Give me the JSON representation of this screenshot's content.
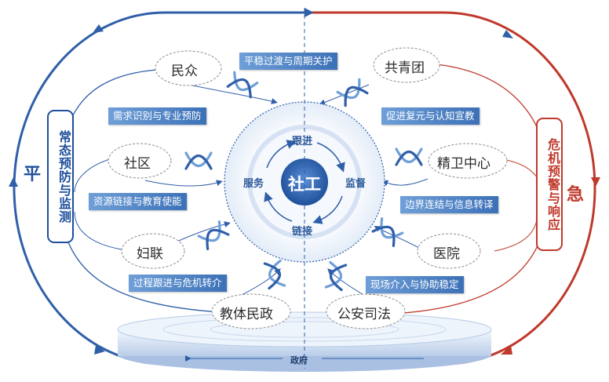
{
  "center": {
    "title": "社工",
    "top": "跟进",
    "left": "服务",
    "right": "监督",
    "bottom": "链接"
  },
  "left_panel": "常态预防与监测",
  "right_panel": "危机预警与响应",
  "left_side": "平",
  "right_side": "急",
  "base_label": "政府",
  "nodes": {
    "minzhong": "民众",
    "shequ": "社区",
    "fulian": "妇联",
    "jiaoti": "教体民政",
    "gongqing": "共青团",
    "jingwei": "精卫中心",
    "yiyuan": "医院",
    "gongan": "公安司法"
  },
  "banners": {
    "top": "平稳过渡与周期关护",
    "l1": "需求识别与专业预防",
    "l2": "资源链接与教育使能",
    "l3": "过程跟进与危机转介",
    "r1": "促进复元与认知宣教",
    "r2": "边界连结与信息转译",
    "r3": "现场介入与协助稳定"
  },
  "colors": {
    "blue": "#2f5fa8",
    "red": "#c0392b",
    "panel_blue": "#1e4f9c",
    "light_blue": "#6f9fd8"
  }
}
